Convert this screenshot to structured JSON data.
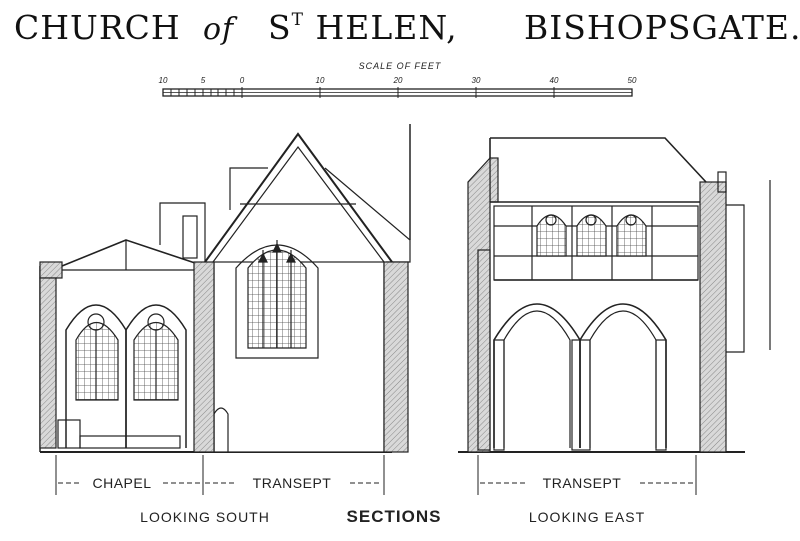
{
  "title": {
    "part1": "CHURCH",
    "of": "of",
    "st": "S",
    "st_sup": "T",
    "part2": "HELEN,",
    "part3": "BISHOPSGATE."
  },
  "scale": {
    "caption": "SCALE OF FEET",
    "ticks": [
      "10",
      "5",
      "0",
      "10",
      "20",
      "30",
      "40",
      "50"
    ]
  },
  "labels": {
    "chapel": "CHAPEL",
    "transept_left": "TRANSEPT",
    "transept_right": "TRANSEPT",
    "looking_south": "LOOKING SOUTH",
    "sections": "SECTIONS",
    "looking_east": "LOOKING EAST"
  }
}
